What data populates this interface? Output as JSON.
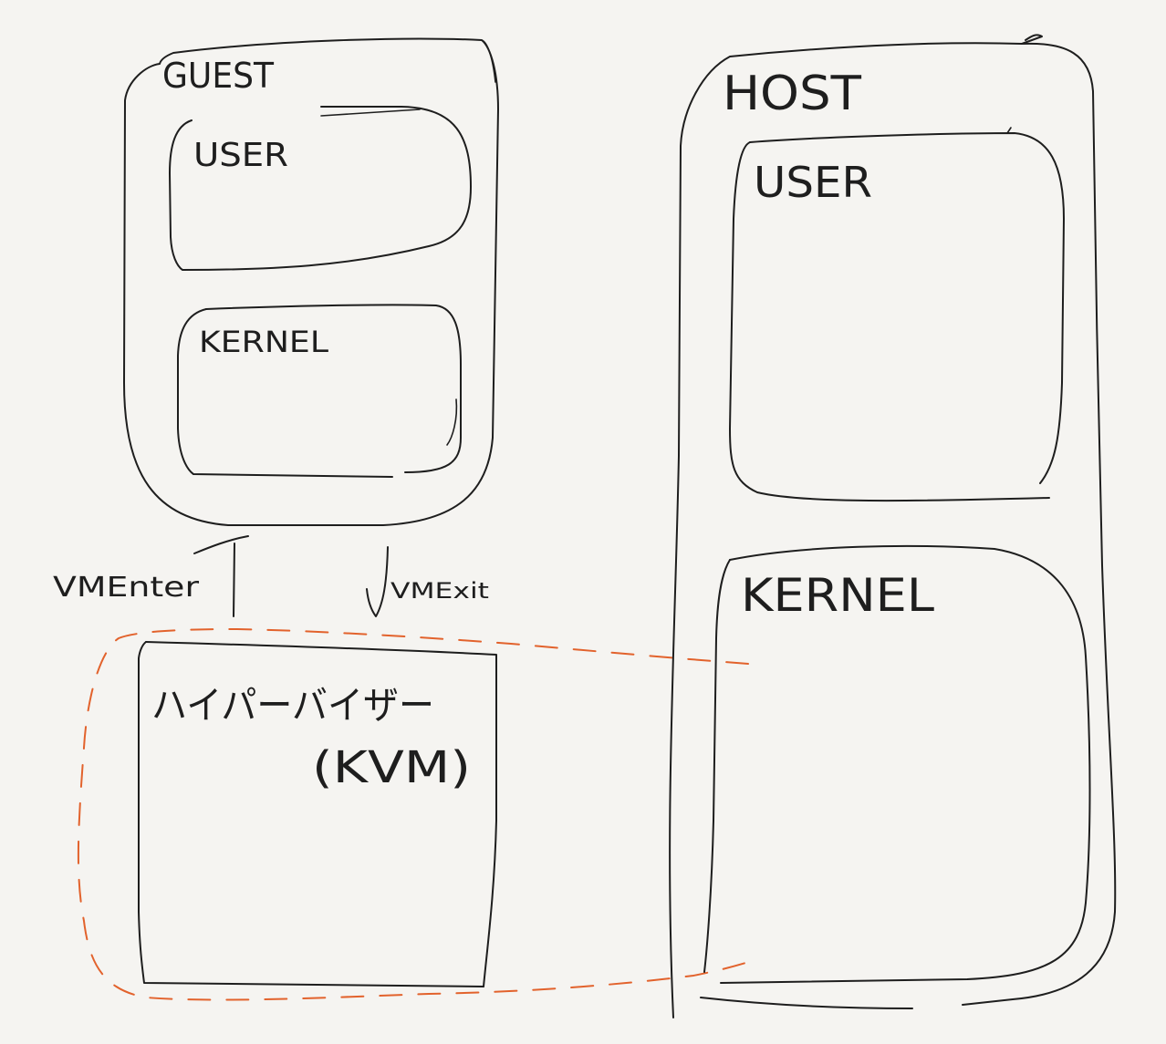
{
  "colors": {
    "background": "#f5f4f1",
    "ink": "#1e1e1e",
    "highlight": "#e2622c"
  },
  "guest": {
    "title": "GUEST",
    "user_label": "USER",
    "kernel_label": "KERNEL"
  },
  "host": {
    "title": "HOST",
    "user_label": "USER",
    "kernel_label": "KERNEL"
  },
  "transitions": {
    "enter_label": "VMEnter",
    "exit_label": "VMExit"
  },
  "hypervisor": {
    "label": "ハイパーバイザー",
    "sublabel": "(KVM)"
  }
}
